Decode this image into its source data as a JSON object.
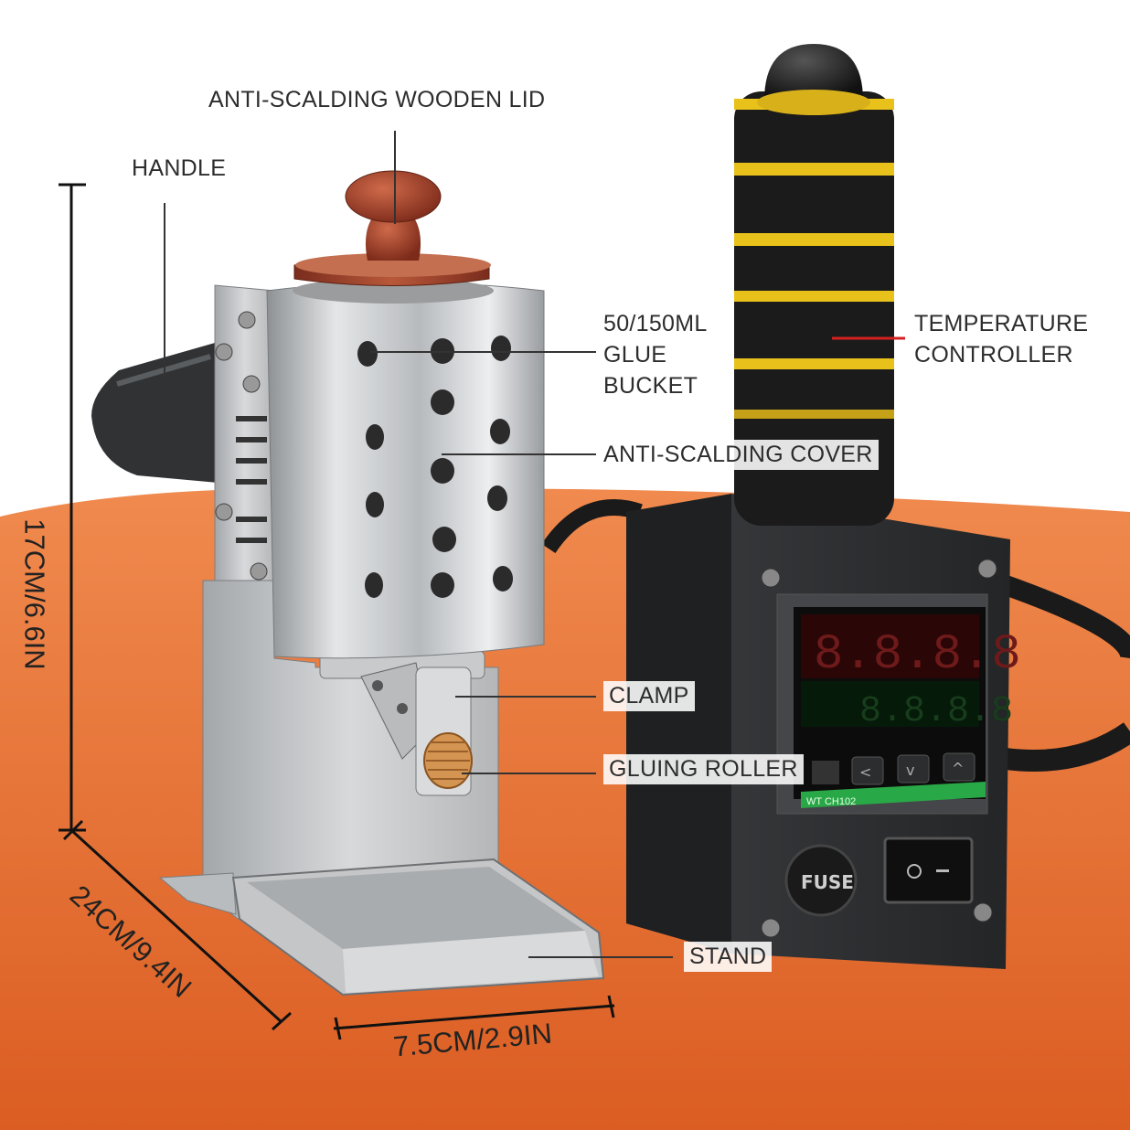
{
  "labels": {
    "lid": "ANTI-SCALDING WOODEN LID",
    "handle": "HANDLE",
    "bucket_line1": "50/150ML",
    "bucket_line2": "GLUE",
    "bucket_line3": "BUCKET",
    "temp_line1": "TEMPERATURE",
    "temp_line2": "CONTROLLER",
    "cover": "ANTI-SCALDING COVER",
    "clamp": "CLAMP",
    "roller": "GLUING ROLLER",
    "stand": "STAND"
  },
  "dimensions": {
    "height": "17CM/6.6IN",
    "depth": "24CM/9.4IN",
    "width": "7.5CM/2.9IN"
  },
  "device": {
    "display_top": "8.8.8.8",
    "display_bottom": "8.8.8.8",
    "model_strip": "WT CH102",
    "fuse_text": "FUSE"
  },
  "colors": {
    "background": "#e86a2a",
    "steel": "#c9cbcd",
    "control_box": "#2a2c2e",
    "grip_yellow": "#e8c21a",
    "wood": "#a84a2e",
    "indicator_red": "#d42020"
  }
}
